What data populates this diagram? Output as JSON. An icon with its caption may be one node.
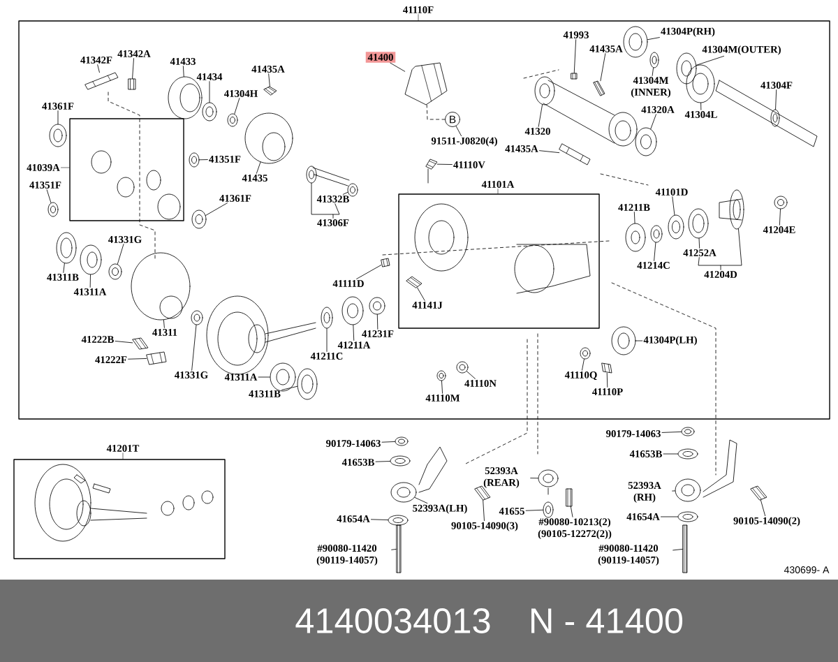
{
  "diagram": {
    "nodes": [
      {
        "text": [
          "41110F"
        ]
      },
      {
        "text": [
          "41039A"
        ],
        "in": 0
      },
      {
        "text": [
          "41101A"
        ],
        "in": 0
      },
      {
        "text": [
          "41342A"
        ],
        "in": 0
      },
      {
        "text": [
          "41342F"
        ],
        "in": 0
      },
      {
        "text": [
          "41433"
        ],
        "in": 0
      },
      {
        "text": [
          "41434"
        ],
        "in": 0
      },
      {
        "text": [
          "41304H"
        ],
        "in": 0
      },
      {
        "text": [
          "41435A"
        ],
        "in": 0
      },
      {
        "text": [
          "41400"
        ],
        "in": 0
      },
      {
        "text": [
          "41993"
        ],
        "in": 0
      },
      {
        "text": [
          "41435A"
        ],
        "in": 0
      },
      {
        "text": [
          "41304P(RH)"
        ],
        "in": 0
      },
      {
        "text": [
          "41304M(OUTER)"
        ],
        "in": 0
      },
      {
        "text": [
          "41304M (INNER)"
        ],
        "in": 0
      },
      {
        "text": [
          "41304F"
        ],
        "in": 0
      },
      {
        "text": [
          "41361F"
        ],
        "in": 0
      },
      {
        "text": [
          "41320A"
        ],
        "in": 0
      },
      {
        "text": [
          "41304L"
        ],
        "in": 0
      },
      {
        "text": [
          "41320"
        ],
        "in": 0
      },
      {
        "text": [
          "B"
        ],
        "in": 0
      },
      {
        "text": [
          "91511-J0820(4)"
        ],
        "in": 0
      },
      {
        "text": [
          "41435A"
        ],
        "in": 0
      },
      {
        "text": [
          "41351F"
        ],
        "in": 0
      },
      {
        "text": [
          "41435"
        ],
        "in": 0
      },
      {
        "text": [
          "41110V"
        ],
        "in": 0
      },
      {
        "text": [
          "41351F"
        ],
        "in": 0
      },
      {
        "text": [
          "41361F"
        ],
        "in": 0
      },
      {
        "text": [
          "41332B"
        ],
        "in": 0
      },
      {
        "text": [
          "41306F"
        ],
        "in": 0
      },
      {
        "text": [
          "41101D"
        ],
        "in": 0
      },
      {
        "text": [
          "41211B"
        ],
        "in": 0
      },
      {
        "text": [
          "41204E"
        ],
        "in": 0
      },
      {
        "text": [
          "41214C"
        ],
        "in": 0
      },
      {
        "text": [
          "41252A"
        ],
        "in": 0
      },
      {
        "text": [
          "41204D"
        ],
        "in": 0
      },
      {
        "text": [
          "41331G"
        ],
        "in": 0
      },
      {
        "text": [
          "41311B"
        ],
        "in": 0
      },
      {
        "text": [
          "41311A"
        ],
        "in": 0
      },
      {
        "text": [
          "41111D"
        ],
        "in": 0
      },
      {
        "text": [
          "41141J"
        ],
        "in": 2
      },
      {
        "text": [
          "41311"
        ],
        "in": 0
      },
      {
        "text": [
          "41231F"
        ],
        "in": 0
      },
      {
        "text": [
          "41222B"
        ],
        "in": 0
      },
      {
        "text": [
          "41211A"
        ],
        "in": 0
      },
      {
        "text": [
          "41304P(LH)"
        ],
        "in": 0
      },
      {
        "text": [
          "41211C"
        ],
        "in": 0
      },
      {
        "text": [
          "41222F"
        ],
        "in": 0
      },
      {
        "text": [
          "41331G"
        ],
        "in": 0
      },
      {
        "text": [
          "41311A"
        ],
        "in": 0
      },
      {
        "text": [
          "41110Q"
        ],
        "in": 0
      },
      {
        "text": [
          "41110N"
        ],
        "in": 0
      },
      {
        "text": [
          "41311B"
        ],
        "in": 0
      },
      {
        "text": [
          "41110P"
        ],
        "in": 0
      },
      {
        "text": [
          "41110M"
        ],
        "in": 0
      },
      {
        "text": [
          "41201T"
        ]
      },
      {
        "text": [
          "90179-14063"
        ]
      },
      {
        "text": [
          "41653B"
        ]
      },
      {
        "text": [
          "52393A (REAR)"
        ]
      },
      {
        "text": [
          "90179-14063"
        ]
      },
      {
        "text": [
          "41653B"
        ]
      },
      {
        "text": [
          "52393A (RH)"
        ]
      },
      {
        "text": [
          "52393A(LH)"
        ]
      },
      {
        "text": [
          "41655"
        ]
      },
      {
        "text": [
          "41654A"
        ]
      },
      {
        "text": [
          "90105-14090(3)"
        ]
      },
      {
        "text": [
          "41654A"
        ]
      },
      {
        "text": [
          "90105-14090(2)"
        ]
      },
      {
        "text": [
          "#90080-10213(2) (90105-12272(2))"
        ]
      },
      {
        "text": [
          "#90080-11420 (90119-14057)"
        ]
      },
      {
        "text": [
          "#90080-11420 (90119-14057)"
        ]
      },
      {
        "text": [
          "4140034013",
          "N - 41400"
        ]
      },
      {
        "text": [],
        "shape": "picture",
        "in": 0
      },
      {
        "text": [],
        "shape": "picture",
        "in": 0
      },
      {
        "text": [],
        "shape": "picture",
        "in": 0
      },
      {
        "text": [],
        "shape": "picture",
        "in": 0
      },
      {
        "text": [],
        "shape": "picture",
        "in": 0
      },
      {
        "text": [],
        "shape": "picture",
        "in": 0
      },
      {
        "text": [],
        "shape": "picture",
        "in": 0
      },
      {
        "text": [],
        "shape": "picture",
        "in": 0
      },
      {
        "text": [],
        "shape": "picture",
        "in": 0
      },
      {
        "text": [],
        "shape": "picture",
        "in": 0
      },
      {
        "text": [],
        "shape": "picture",
        "in": 0
      },
      {
        "text": [],
        "shape": "picture",
        "in": 0
      },
      {
        "text": [],
        "shape": "picture",
        "in": 0
      },
      {
        "text": [],
        "shape": "picture",
        "in": 0
      },
      {
        "text": [],
        "shape": "picture",
        "in": 0
      },
      {
        "text": [],
        "shape": "picture",
        "in": 0
      },
      {
        "text": [],
        "shape": "picture",
        "in": 0
      },
      {
        "text": [],
        "shape": "picture",
        "in": 0
      },
      {
        "text": [],
        "shape": "picture",
        "in": 0
      },
      {
        "text": [],
        "shape": "picture",
        "in": 0
      },
      {
        "text": [],
        "shape": "picture",
        "in": 0
      },
      {
        "text": [],
        "shape": "picture",
        "in": 0
      },
      {
        "text": [],
        "shape": "picture",
        "in": 0
      },
      {
        "text": [],
        "shape": "picture",
        "in": 0
      },
      {
        "text": [],
        "shape": "picture",
        "in": 0
      },
      {
        "text": [],
        "shape": "picture",
        "in": 0
      },
      {
        "text": [],
        "shape": "picture",
        "in": 0
      },
      {
        "text": [],
        "shape": "picture",
        "in": 0
      },
      {
        "text": [],
        "shape": "picture",
        "in": 0
      },
      {
        "text": [],
        "shape": "picture",
        "in": 0
      },
      {
        "text": [],
        "shape": "picture",
        "in": 0
      },
      {
        "text": [],
        "shape": "picture",
        "in": 0
      },
      {
        "text": [],
        "shape": "picture",
        "in": 0
      },
      {
        "text": [],
        "shape": "picture",
        "in": 0
      },
      {
        "text": [],
        "shape": "picture",
        "in": 0
      },
      {
        "text": [],
        "shape": "picture",
        "in": 2
      },
      {
        "text": [],
        "shape": "picture",
        "in": 0
      },
      {
        "text": [],
        "shape": "picture",
        "in": 0
      },
      {
        "text": [],
        "shape": "picture",
        "in": 0
      },
      {
        "text": [],
        "shape": "picture",
        "in": 0
      },
      {
        "text": [],
        "shape": "picture",
        "in": 0
      },
      {
        "text": [],
        "shape": "picture",
        "in": 0
      },
      {
        "text": [],
        "shape": "picture",
        "in": 0
      },
      {
        "text": [],
        "shape": "picture",
        "in": 0
      },
      {
        "text": [],
        "shape": "picture",
        "in": 0
      },
      {
        "text": [],
        "shape": "picture",
        "in": 0
      },
      {
        "text": [],
        "shape": "picture",
        "in": 0
      },
      {
        "text": [],
        "shape": "picture",
        "in": 0
      },
      {
        "text": [],
        "shape": "picture",
        "in": 0
      },
      {
        "text": [],
        "shape": "picture",
        "in": 0
      },
      {
        "text": [],
        "shape": "picture"
      },
      {
        "text": [],
        "shape": "picture"
      },
      {
        "text": [],
        "shape": "picture"
      },
      {
        "text": [],
        "shape": "picture"
      },
      {
        "text": [],
        "shape": "picture"
      },
      {
        "text": [],
        "shape": "picture"
      },
      {
        "text": [],
        "shape": "picture"
      },
      {
        "text": [],
        "shape": "picture"
      },
      {
        "text": [],
        "shape": "picture"
      },
      {
        "text": [],
        "shape": "picture"
      },
      {
        "text": [],
        "shape": "picture"
      },
      {
        "text": [],
        "shape": "picture"
      },
      {
        "text": [],
        "shape": "picture"
      },
      {
        "text": [],
        "shape": "picture"
      },
      {
        "text": [],
        "shape": "picture"
      }
    ],
    "edges": [
      {
        "from": 3,
        "to": 72,
        "arrow": "none"
      },
      {
        "from": 4,
        "to": 73,
        "arrow": "none"
      },
      {
        "from": 5,
        "to": 74,
        "arrow": "none"
      },
      {
        "from": 6,
        "to": 75,
        "arrow": "none"
      },
      {
        "from": 7,
        "to": 76,
        "arrow": "none"
      },
      {
        "from": 8,
        "to": 77,
        "arrow": "none"
      },
      {
        "from": 9,
        "to": 78,
        "arrow": "none"
      },
      {
        "from": 10,
        "to": 79,
        "arrow": "none"
      },
      {
        "from": 11,
        "to": 80,
        "arrow": "none"
      },
      {
        "from": 12,
        "to": 81,
        "arrow": "none"
      },
      {
        "from": 13,
        "to": 82,
        "arrow": "none"
      },
      {
        "from": 14,
        "to": 83,
        "arrow": "none"
      },
      {
        "from": 15,
        "to": 84,
        "arrow": "none"
      },
      {
        "from": 16,
        "to": 85,
        "arrow": "none"
      },
      {
        "from": 17,
        "to": 86,
        "arrow": "none"
      },
      {
        "from": 18,
        "to": 87,
        "arrow": "none"
      },
      {
        "from": 19,
        "to": 88,
        "arrow": "none"
      },
      {
        "from": 20,
        "to": 78,
        "arrow": "none",
        "style": "dashed"
      },
      {
        "from": 21,
        "to": 20,
        "arrow": "none"
      },
      {
        "from": 22,
        "to": 89,
        "arrow": "none"
      },
      {
        "from": 23,
        "to": 90,
        "arrow": "none"
      },
      {
        "from": 24,
        "to": 91,
        "arrow": "none"
      },
      {
        "from": 25,
        "to": 92,
        "arrow": "none"
      },
      {
        "from": 26,
        "to": 93,
        "arrow": "none"
      },
      {
        "from": 27,
        "to": 94,
        "arrow": "none"
      },
      {
        "from": 28,
        "to": 95,
        "arrow": "none"
      },
      {
        "from": 29,
        "to": 96,
        "arrow": "none"
      },
      {
        "from": 29,
        "to": 28,
        "arrow": "none"
      },
      {
        "from": 30,
        "to": 97,
        "arrow": "none"
      },
      {
        "from": 31,
        "to": 98,
        "arrow": "none"
      },
      {
        "from": 32,
        "to": 99,
        "arrow": "none"
      },
      {
        "from": 33,
        "to": 100,
        "arrow": "none"
      },
      {
        "from": 34,
        "to": 101,
        "arrow": "none"
      },
      {
        "from": 35,
        "to": 34,
        "arrow": "none"
      },
      {
        "from": 35,
        "to": 102,
        "arrow": "none"
      },
      {
        "from": 36,
        "to": 103,
        "arrow": "none"
      },
      {
        "from": 37,
        "to": 104,
        "arrow": "none"
      },
      {
        "from": 38,
        "to": 105,
        "arrow": "none"
      },
      {
        "from": 39,
        "to": 106,
        "arrow": "none"
      },
      {
        "from": 40,
        "to": 107,
        "arrow": "none"
      },
      {
        "from": 41,
        "to": 108,
        "arrow": "none"
      },
      {
        "from": 42,
        "to": 109,
        "arrow": "none"
      },
      {
        "from": 43,
        "to": 110,
        "arrow": "none"
      },
      {
        "from": 44,
        "to": 111,
        "arrow": "none"
      },
      {
        "from": 45,
        "to": 112,
        "arrow": "none"
      },
      {
        "from": 46,
        "to": 113,
        "arrow": "none"
      },
      {
        "from": 47,
        "to": 114,
        "arrow": "none"
      },
      {
        "from": 48,
        "to": 115,
        "arrow": "none"
      },
      {
        "from": 49,
        "to": 116,
        "arrow": "none"
      },
      {
        "from": 50,
        "to": 117,
        "arrow": "none"
      },
      {
        "from": 51,
        "to": 118,
        "arrow": "none"
      },
      {
        "from": 52,
        "to": 119,
        "arrow": "none"
      },
      {
        "from": 53,
        "to": 120,
        "arrow": "none"
      },
      {
        "from": 54,
        "to": 121,
        "arrow": "none"
      },
      {
        "from": 56,
        "to": 122,
        "arrow": "none"
      },
      {
        "from": 57,
        "to": 123,
        "arrow": "none"
      },
      {
        "from": 58,
        "to": 124,
        "arrow": "none"
      },
      {
        "from": 59,
        "to": 125,
        "arrow": "none"
      },
      {
        "from": 60,
        "to": 126,
        "arrow": "none"
      },
      {
        "from": 61,
        "to": 127,
        "arrow": "none"
      },
      {
        "from": 62,
        "to": 128,
        "arrow": "none"
      },
      {
        "from": 63,
        "to": 129,
        "arrow": "none"
      },
      {
        "from": 64,
        "to": 130,
        "arrow": "none"
      },
      {
        "from": 65,
        "to": 131,
        "arrow": "none"
      },
      {
        "from": 66,
        "to": 132,
        "arrow": "none"
      },
      {
        "from": 67,
        "to": 133,
        "arrow": "none"
      },
      {
        "from": 68,
        "to": 134,
        "arrow": "none"
      },
      {
        "from": 69,
        "to": 135,
        "arrow": "none"
      },
      {
        "from": 70,
        "to": 136,
        "arrow": "none"
      }
    ],
    "labels": [
      "430699- A"
    ]
  }
}
